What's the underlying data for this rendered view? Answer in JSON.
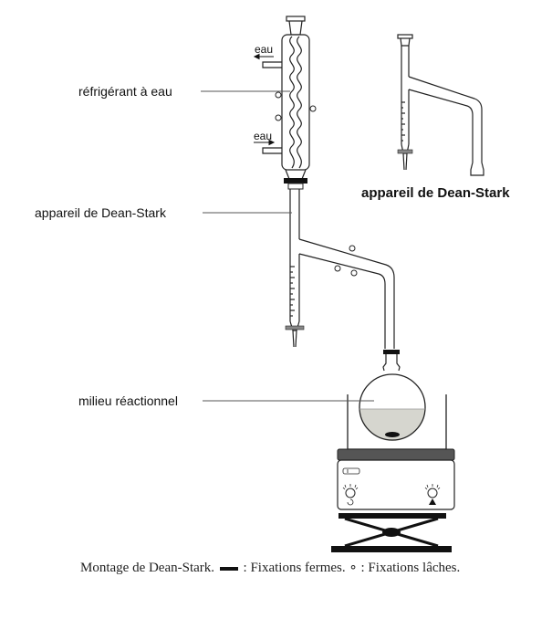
{
  "labels": {
    "eau_out": "eau",
    "eau_in": "eau",
    "condenser": "réfrigérant à eau",
    "dean_stark_main": "appareil de Dean-Stark",
    "reaction_medium": "milieu réactionnel",
    "dean_stark_detail": "appareil de Dean-Stark"
  },
  "caption": {
    "part1": "Montage de Dean-Stark.",
    "part2": ": Fixations fermes.",
    "loose_symbol": "∘",
    "part3": ": Fixations lâches."
  }
}
